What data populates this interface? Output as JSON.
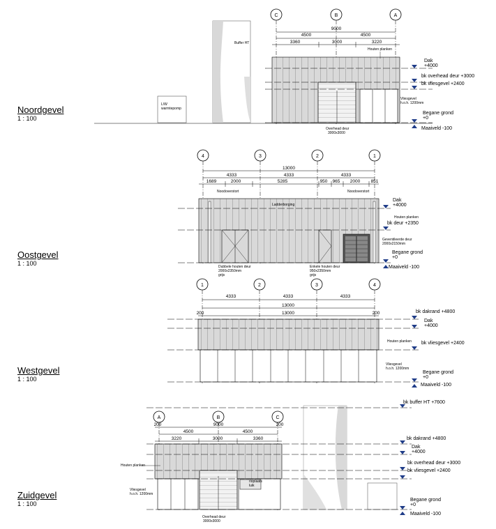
{
  "views": {
    "noord": {
      "title": "Noordgevel",
      "scale": "1 : 100",
      "grid": [
        "C",
        "B",
        "A"
      ],
      "dims_total": "9000",
      "dims_row1": [
        "4500",
        "4500"
      ],
      "dims_row2": [
        "3360",
        "3000",
        "3220"
      ],
      "levels": [
        "Dak",
        "+4000",
        "bk overhead deur +3000",
        "bk vliesgevel +2400",
        "Begane grond",
        "+0",
        "Maaiveld -100"
      ],
      "notes": {
        "planks": "Houten planken",
        "vlies1": "Vliesgevel",
        "vlies2": "h.o.h. 1200mm",
        "door1": "Overhead deur",
        "door2": "3000x3000",
        "buffer": "Buffer HT",
        "lw1": "L/W",
        "lw2": "warmtepomp"
      }
    },
    "oost": {
      "title": "Oostgevel",
      "scale": "1 : 100",
      "grid": [
        "4",
        "3",
        "2",
        "1"
      ],
      "dims_total": "13000",
      "dims_row1": [
        "4333",
        "4333",
        "4333"
      ],
      "dims_row2": [
        "1689",
        "2000",
        "5285",
        "950",
        "965",
        "2000",
        "851"
      ],
      "levels": [
        "Dak",
        "+4000",
        "bk deur +2350",
        "Begane grond",
        "+0",
        "Maaiveld -100"
      ],
      "notes": {
        "nood1": "Noodoverstort",
        "nood2": "Noodoverstort",
        "ladder": "Ladderborging",
        "planks": "Houten planken",
        "dd1": "Dubbele houten deur",
        "dd2": "2000x2350mm",
        "dd3": "grijs",
        "ed1": "Enkele houten deur",
        "ed2": "950x2350mm",
        "ed3": "grijs",
        "gd1": "Geventileerde deur",
        "gd2": "2000x2150mm"
      }
    },
    "west": {
      "title": "Westgevel",
      "scale": "1 : 100",
      "grid": [
        "1",
        "2",
        "3",
        "4"
      ],
      "dims_row1": [
        "4333",
        "4333",
        "4333"
      ],
      "dims_total": "13000",
      "dims_row3": [
        "200",
        "13000",
        "200"
      ],
      "levels": [
        "bk dakrand +4800",
        "Dak",
        "+4000",
        "bk vliesgevel +2400",
        "Begane grond",
        "+0",
        "Maaiveld -100"
      ],
      "notes": {
        "planks": "Houten planken",
        "vlies1": "Vliesgevel",
        "vlies2": "h.o.h. 1200mm"
      }
    },
    "zuid": {
      "title": "Zuidgevel",
      "scale": "1 : 100",
      "grid": [
        "A",
        "B",
        "C"
      ],
      "dims_row0": [
        "200",
        "9000",
        "200"
      ],
      "dims_row1": [
        "4500",
        "4500"
      ],
      "dims_row2": [
        "3220",
        "3000",
        "3360"
      ],
      "levels": [
        "bk buffer HT +7600",
        "bk dakrand +4800",
        "Dak",
        "+4000",
        "bk overhead deur +3000",
        "bk vliesgevel +2400",
        "Begane grond",
        "+0",
        "Maaiveld -100"
      ],
      "notes": {
        "planks": "Houten planken",
        "vlies1": "Vliesgevel",
        "vlies2": "h.o.h. 1200mm",
        "door1": "Overhead deur",
        "door2": "3000x3000",
        "lock1": "rioplaats",
        "lock2": "luik"
      }
    }
  }
}
